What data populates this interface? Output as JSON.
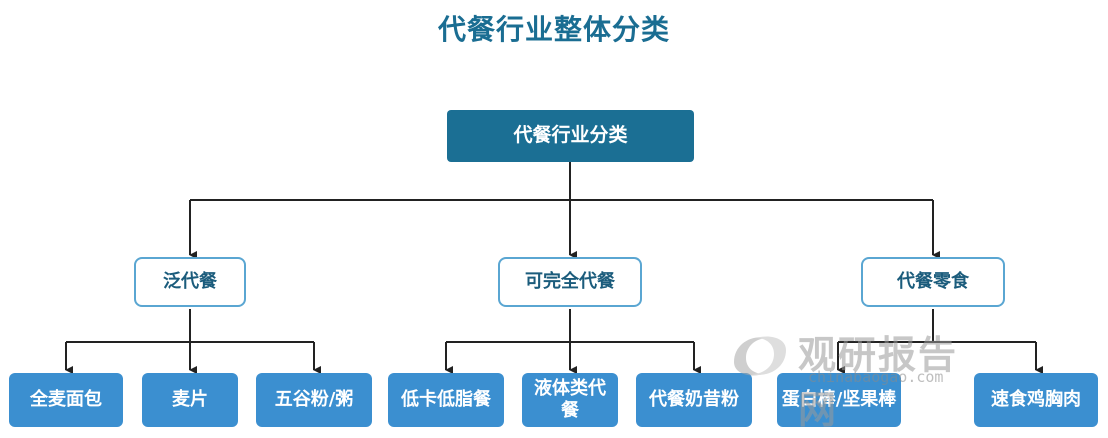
{
  "title": "代餐行业整体分类",
  "root": "代餐行业分类",
  "categories": [
    {
      "label": "泛代餐",
      "children": [
        "全麦面包",
        "麦片",
        "五谷粉/粥"
      ]
    },
    {
      "label": "可完全代餐",
      "children": [
        "低卡低脂餐",
        "液体类代餐",
        "代餐奶昔粉"
      ]
    },
    {
      "label": "代餐零食",
      "children": [
        "蛋白棒/坚果棒",
        "速食鸡胸肉"
      ]
    }
  ],
  "watermark": {
    "name": "观研报告网",
    "url": "chinabaogao.com"
  },
  "colors": {
    "title": "#1a6d92",
    "root_fill": "#1b6f94",
    "mid_border": "#5aa6d2",
    "leaf_fill": "#3b8fd0",
    "line": "#222222"
  }
}
